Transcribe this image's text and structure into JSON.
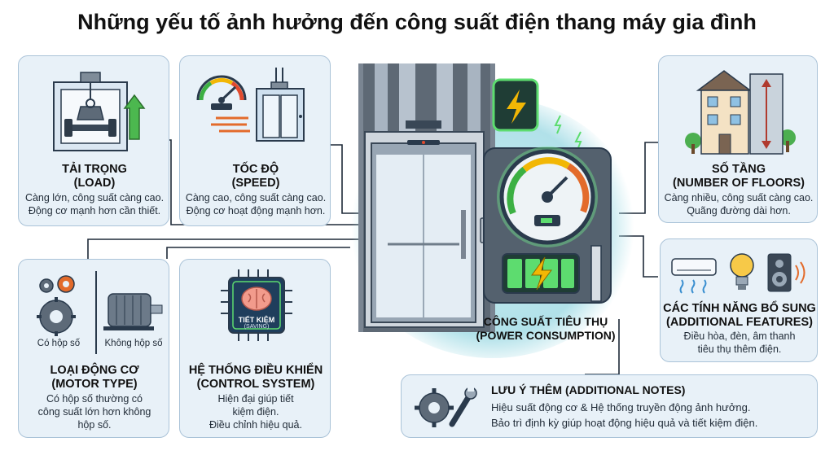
{
  "title": "Những yếu tố ảnh hưởng đến công suất điện thang máy gia đình",
  "colors": {
    "card_bg": "#e8f1f8",
    "card_border": "#aac3d8",
    "accent_green": "#3cb043",
    "accent_blue": "#2e6fa8",
    "energy_yellow": "#f2b705"
  },
  "load": {
    "title": "TẢI TRỌNG",
    "subtitle": "(LOAD)",
    "desc1": "Càng lớn, công suất càng cao.",
    "desc2": "Động cơ mạnh hơn cần thiết.",
    "icons": [
      "weight-icon",
      "arrow-up-icon"
    ]
  },
  "speed": {
    "title": "TỐC ĐỘ",
    "subtitle": "(SPEED)",
    "desc1": "Càng cao, công suất càng cao.",
    "desc2": "Động cơ hoạt động mạnh hơn.",
    "icons": [
      "speedometer-icon",
      "elevator-car-icon"
    ]
  },
  "floors": {
    "title": "SỐ TẦNG",
    "subtitle": "(NUMBER OF FLOORS)",
    "desc1": "Càng nhiều, công suất càng cao.",
    "desc2": "Quãng đường dài hơn.",
    "icons": [
      "building-icon"
    ]
  },
  "features": {
    "title": "CÁC TÍNH NĂNG BỔ SUNG",
    "subtitle": "(ADDITIONAL FEATURES)",
    "desc1": "Điều hòa, đèn, âm thanh",
    "desc2": "tiêu thụ thêm điện.",
    "icons": [
      "air-conditioner-icon",
      "light-bulb-icon",
      "speaker-icon"
    ]
  },
  "motor": {
    "label_left": "Có hộp số",
    "label_right": "Không hộp số",
    "title": "LOẠI ĐỘNG CƠ",
    "subtitle": "(MOTOR TYPE)",
    "desc1": "Có hộp số thường có",
    "desc2": "công suất lớn hơn không",
    "desc3": "hộp số.",
    "icons": [
      "gears-icon",
      "motor-icon"
    ]
  },
  "control": {
    "chip_label": "TIẾT KIỆM",
    "chip_sub": "(SAVING)",
    "title": "HỆ THỐNG ĐIỀU KHIỂN",
    "subtitle": "(CONTROL SYSTEM)",
    "desc1": "Hiện đại giúp tiết",
    "desc2": "kiệm điện.",
    "desc3": "Điều chỉnh hiệu quả.",
    "icons": [
      "brain-chip-icon"
    ]
  },
  "center": {
    "title": "CÔNG SUẤT TIÊU THỤ",
    "subtitle": "(POWER CONSUMPTION)",
    "icons": [
      "elevator-icon",
      "power-gauge-icon",
      "battery-icon",
      "lightning-icon"
    ]
  },
  "notes": {
    "title": "LƯU Ý THÊM (ADDITIONAL NOTES)",
    "line1": "Hiệu suất động cơ & Hệ thống truyền động ảnh hưởng.",
    "line2": "Bảo trì định kỳ giúp hoạt động hiệu quả và tiết kiệm điện.",
    "icons": [
      "gear-wrench-icon"
    ]
  }
}
